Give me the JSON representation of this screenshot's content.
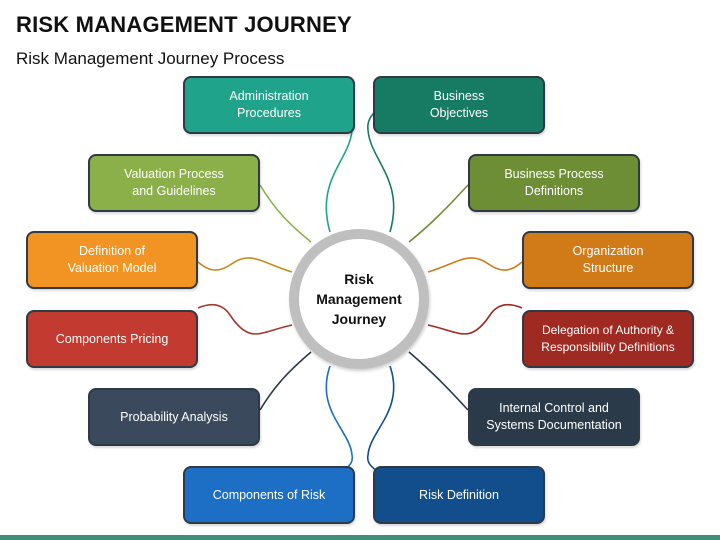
{
  "title": "RISK MANAGEMENT JOURNEY",
  "subtitle": "Risk Management Journey Process",
  "center": {
    "label": "Risk\nManagement\nJourney"
  },
  "left_items": [
    {
      "label": "Administration\nProcedures",
      "color": "#1fa38a"
    },
    {
      "label": "Valuation Process\nand Guidelines",
      "color": "#8bb04a"
    },
    {
      "label": "Definition of\nValuation Model",
      "color": "#f29423"
    },
    {
      "label": "Components Pricing",
      "color": "#c23a30"
    },
    {
      "label": "Probability Analysis",
      "color": "#3a4a5c"
    },
    {
      "label": "Components of Risk",
      "color": "#1c6fc4"
    }
  ],
  "right_items": [
    {
      "label": "Business\nObjectives",
      "color": "#177a63"
    },
    {
      "label": "Business Process\nDefinitions",
      "color": "#6d8e35"
    },
    {
      "label": "Organization\nStructure",
      "color": "#d07b18"
    },
    {
      "label": "Delegation of Authority &\nResponsibility Definitions",
      "color": "#9f2a22"
    },
    {
      "label": "Internal Control and\nSystems Documentation",
      "color": "#2b3a49"
    },
    {
      "label": "Risk Definition",
      "color": "#124e8c"
    }
  ],
  "connector_colors": [
    "#1fa38a",
    "#8bb04a",
    "#c68a1e",
    "#a33a2e",
    "#2b3a49",
    "#1c6fc4"
  ]
}
